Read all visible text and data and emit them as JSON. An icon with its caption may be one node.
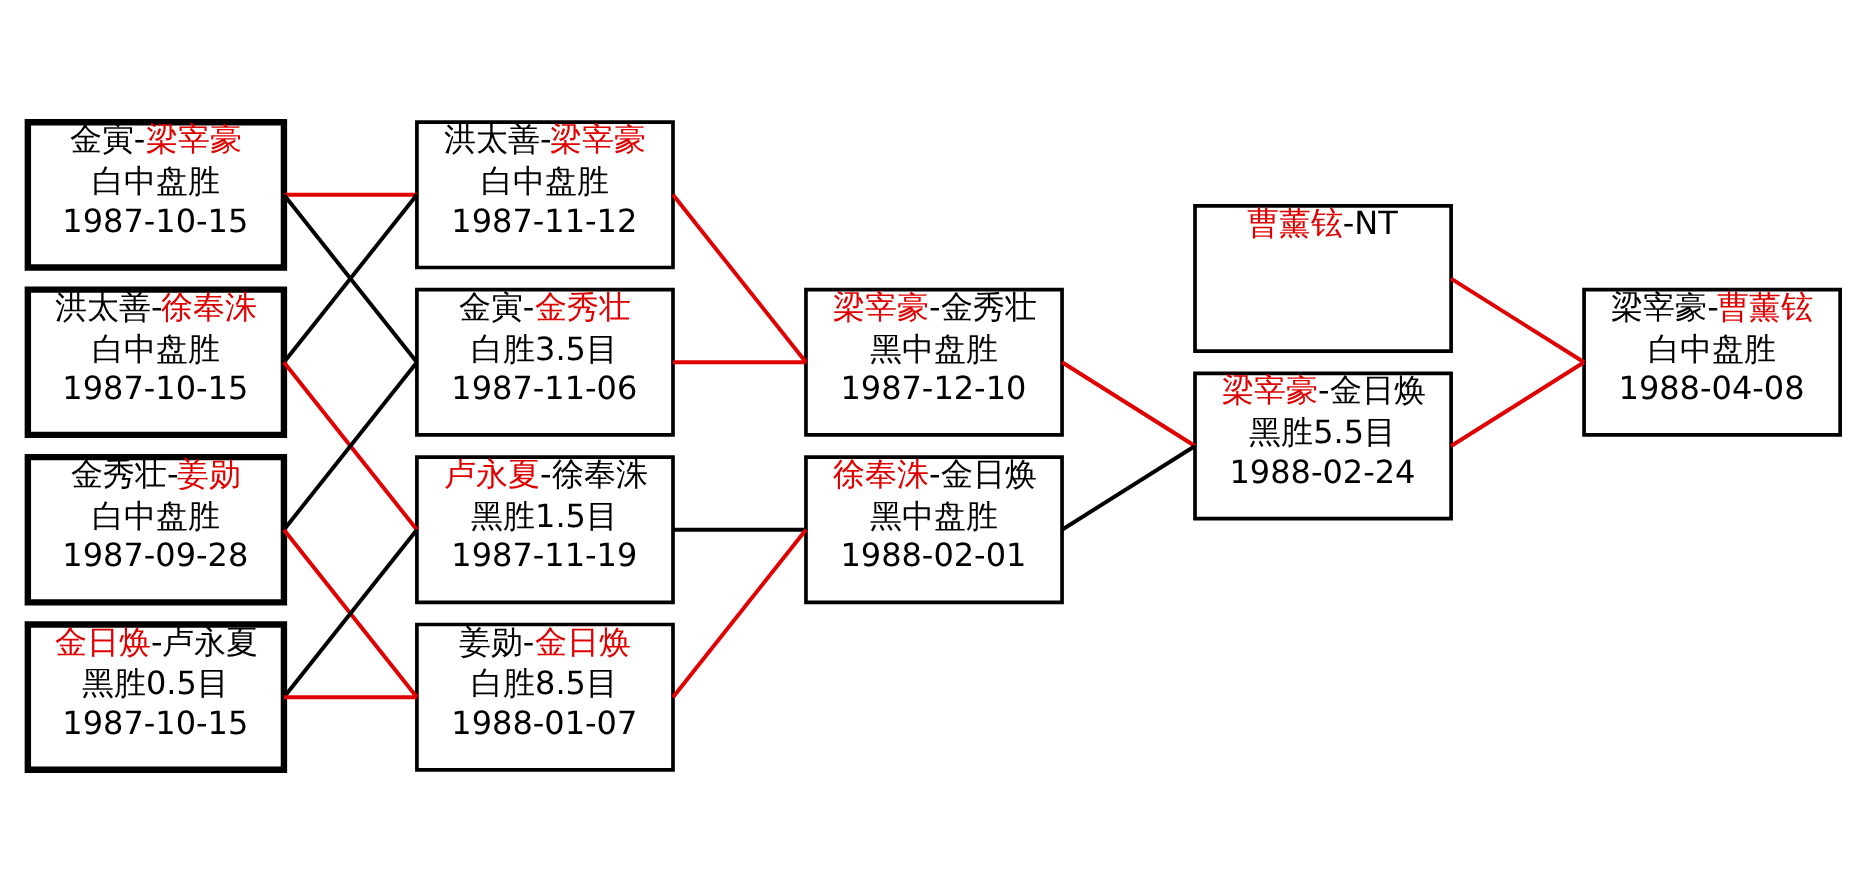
{
  "diagram": {
    "nodes": [
      {
        "text": [
          "金寅-梁宰豪",
          "白中盘胜",
          "1987-10-15"
        ]
      },
      {
        "text": [
          "洪太善-徐奉洙",
          "白中盘胜",
          "1987-10-15"
        ]
      },
      {
        "text": [
          "金秀壮-姜勋",
          "白中盘胜",
          "1987-09-28"
        ]
      },
      {
        "text": [
          "金日焕-卢永夏",
          "黑胜0.5目",
          "1987-10-15"
        ]
      },
      {
        "text": [
          "洪太善-梁宰豪",
          "白中盘胜",
          "1987-11-12"
        ]
      },
      {
        "text": [
          "金寅-金秀壮",
          "白胜3.5目",
          "1987-11-06"
        ]
      },
      {
        "text": [
          "卢永夏-徐奉洙",
          "黑胜1.5目",
          "1987-11-19"
        ]
      },
      {
        "text": [
          "姜勋-金日焕",
          "白胜8.5目",
          "1988-01-07"
        ]
      },
      {
        "text": [
          "梁宰豪-金秀壮",
          "黑中盘胜",
          "1987-12-10"
        ]
      },
      {
        "text": [
          "徐奉洙-金日焕",
          "黑中盘胜",
          "1988-02-01"
        ]
      },
      {
        "text": [
          "曹薰铉-NT"
        ]
      },
      {
        "text": [
          "梁宰豪-金日焕",
          "黑胜5.5目",
          "1988-02-24"
        ]
      },
      {
        "text": [
          "梁宰豪-曹薰铉",
          "白中盘胜",
          "1988-04-08"
        ]
      }
    ],
    "edges": [
      {
        "from": 0,
        "to": 4,
        "arrow": "none"
      },
      {
        "from": 1,
        "to": 4,
        "arrow": "none",
        "color": "#000000"
      },
      {
        "from": 0,
        "to": 5,
        "arrow": "none",
        "color": "#000000"
      },
      {
        "from": 2,
        "to": 5,
        "arrow": "none",
        "color": "#000000"
      },
      {
        "from": 1,
        "to": 6,
        "arrow": "none"
      },
      {
        "from": 3,
        "to": 6,
        "arrow": "none",
        "color": "#000000"
      },
      {
        "from": 2,
        "to": 7,
        "arrow": "none"
      },
      {
        "from": 3,
        "to": 7,
        "arrow": "none"
      },
      {
        "from": 4,
        "to": 8,
        "arrow": "none"
      },
      {
        "from": 5,
        "to": 8,
        "arrow": "none"
      },
      {
        "from": 6,
        "to": 9,
        "arrow": "none",
        "color": "#000000"
      },
      {
        "from": 7,
        "to": 9,
        "arrow": "none"
      },
      {
        "from": 8,
        "to": 11,
        "arrow": "none"
      },
      {
        "from": 9,
        "to": 11,
        "arrow": "none",
        "color": "#000000"
      },
      {
        "from": 10,
        "to": 12,
        "arrow": "none"
      },
      {
        "from": 11,
        "to": 12,
        "arrow": "none"
      }
    ]
  }
}
